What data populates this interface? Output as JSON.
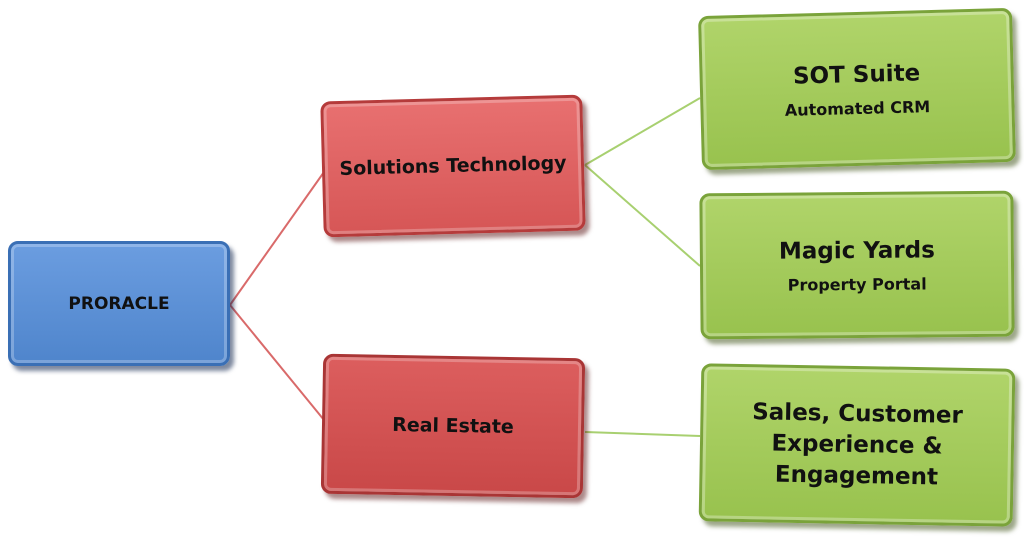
{
  "colors": {
    "root": "#5b8fd6",
    "level1": "#e06464",
    "level2": "#a6cc5c",
    "red_line": "#d96a6a",
    "green_line": "#a8d070"
  },
  "nodes": {
    "root": {
      "label": "PRORACLE"
    },
    "solutions": {
      "label": "Solutions Technology"
    },
    "real_estate": {
      "label": "Real Estate"
    },
    "sot": {
      "title": "SOT Suite",
      "subtitle": "Automated CRM"
    },
    "magic": {
      "title": "Magic Yards",
      "subtitle": "Property Portal"
    },
    "sales": {
      "title": "Sales, Customer Experience & Engagement"
    }
  }
}
